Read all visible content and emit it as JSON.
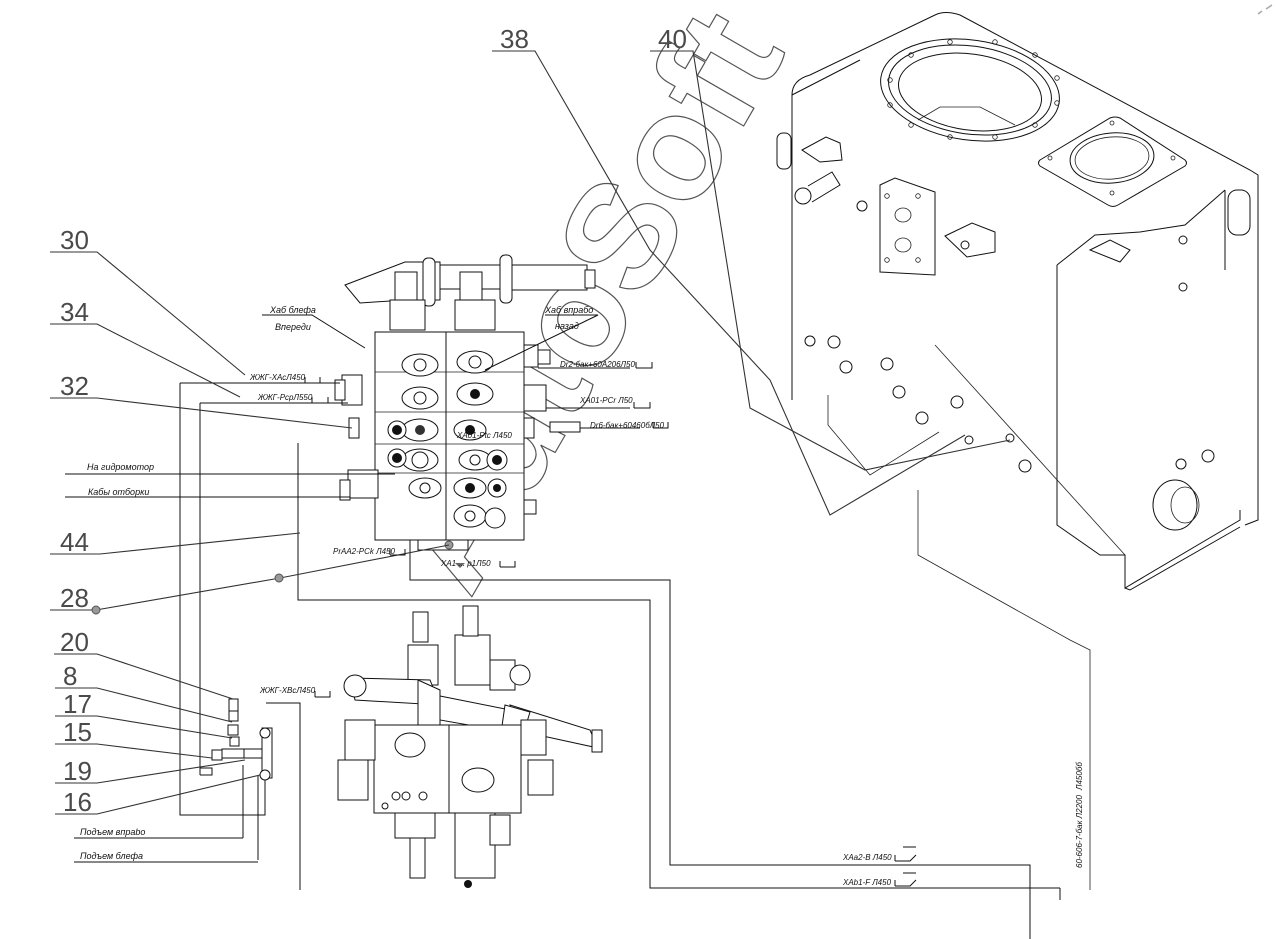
{
  "diagram": {
    "title": "Hydraulic valve block and tank assembly",
    "watermark": "AutoSoft",
    "callouts": [
      {
        "id": "c38",
        "number": "38"
      },
      {
        "id": "c40",
        "number": "40"
      },
      {
        "id": "c30",
        "number": "30"
      },
      {
        "id": "c34",
        "number": "34"
      },
      {
        "id": "c32",
        "number": "32"
      },
      {
        "id": "c44",
        "number": "44"
      },
      {
        "id": "c28",
        "number": "28"
      },
      {
        "id": "c20",
        "number": "20"
      },
      {
        "id": "c8",
        "number": "8"
      },
      {
        "id": "c17",
        "number": "17"
      },
      {
        "id": "c15",
        "number": "15"
      },
      {
        "id": "c19",
        "number": "19"
      },
      {
        "id": "c16",
        "number": "16"
      }
    ],
    "labels": {
      "left_valve_top": "Хаб блефа",
      "left_valve_bottom": "Впереди",
      "right_valve_top": "Хаб впрабо",
      "right_valve_bottom": "назад",
      "to_hydraulic": "На гидромотор",
      "pump_line": "Кабы отборки",
      "pipe_1": "ЖЖГ-ХАсЛ450",
      "pipe_2": "ЖЖГ-РсрЛ550",
      "pipe_3": "Dr2-бак+60А206Л50",
      "pipe_4": "XA01-PCr Л50",
      "pipe_5": "Dr6-бак+60460бЛ50",
      "pipe_6": "XA01-Ptc Л450",
      "pipe_7": "PrAA2-PCk Л450",
      "pipe_8": "XA1 ... р1Л50",
      "pipe_9": "ЖЖГ-ХВсЛ450",
      "pipe_10": "XAa2-B Л450",
      "pipe_11": "XAb1-F Л450",
      "lift_right": "Подъем впраbо",
      "lift_left": "Подъем блефа",
      "vertical_spec": "60-606-7-бак Л2200",
      "vertical_code": "Л450бб"
    }
  }
}
